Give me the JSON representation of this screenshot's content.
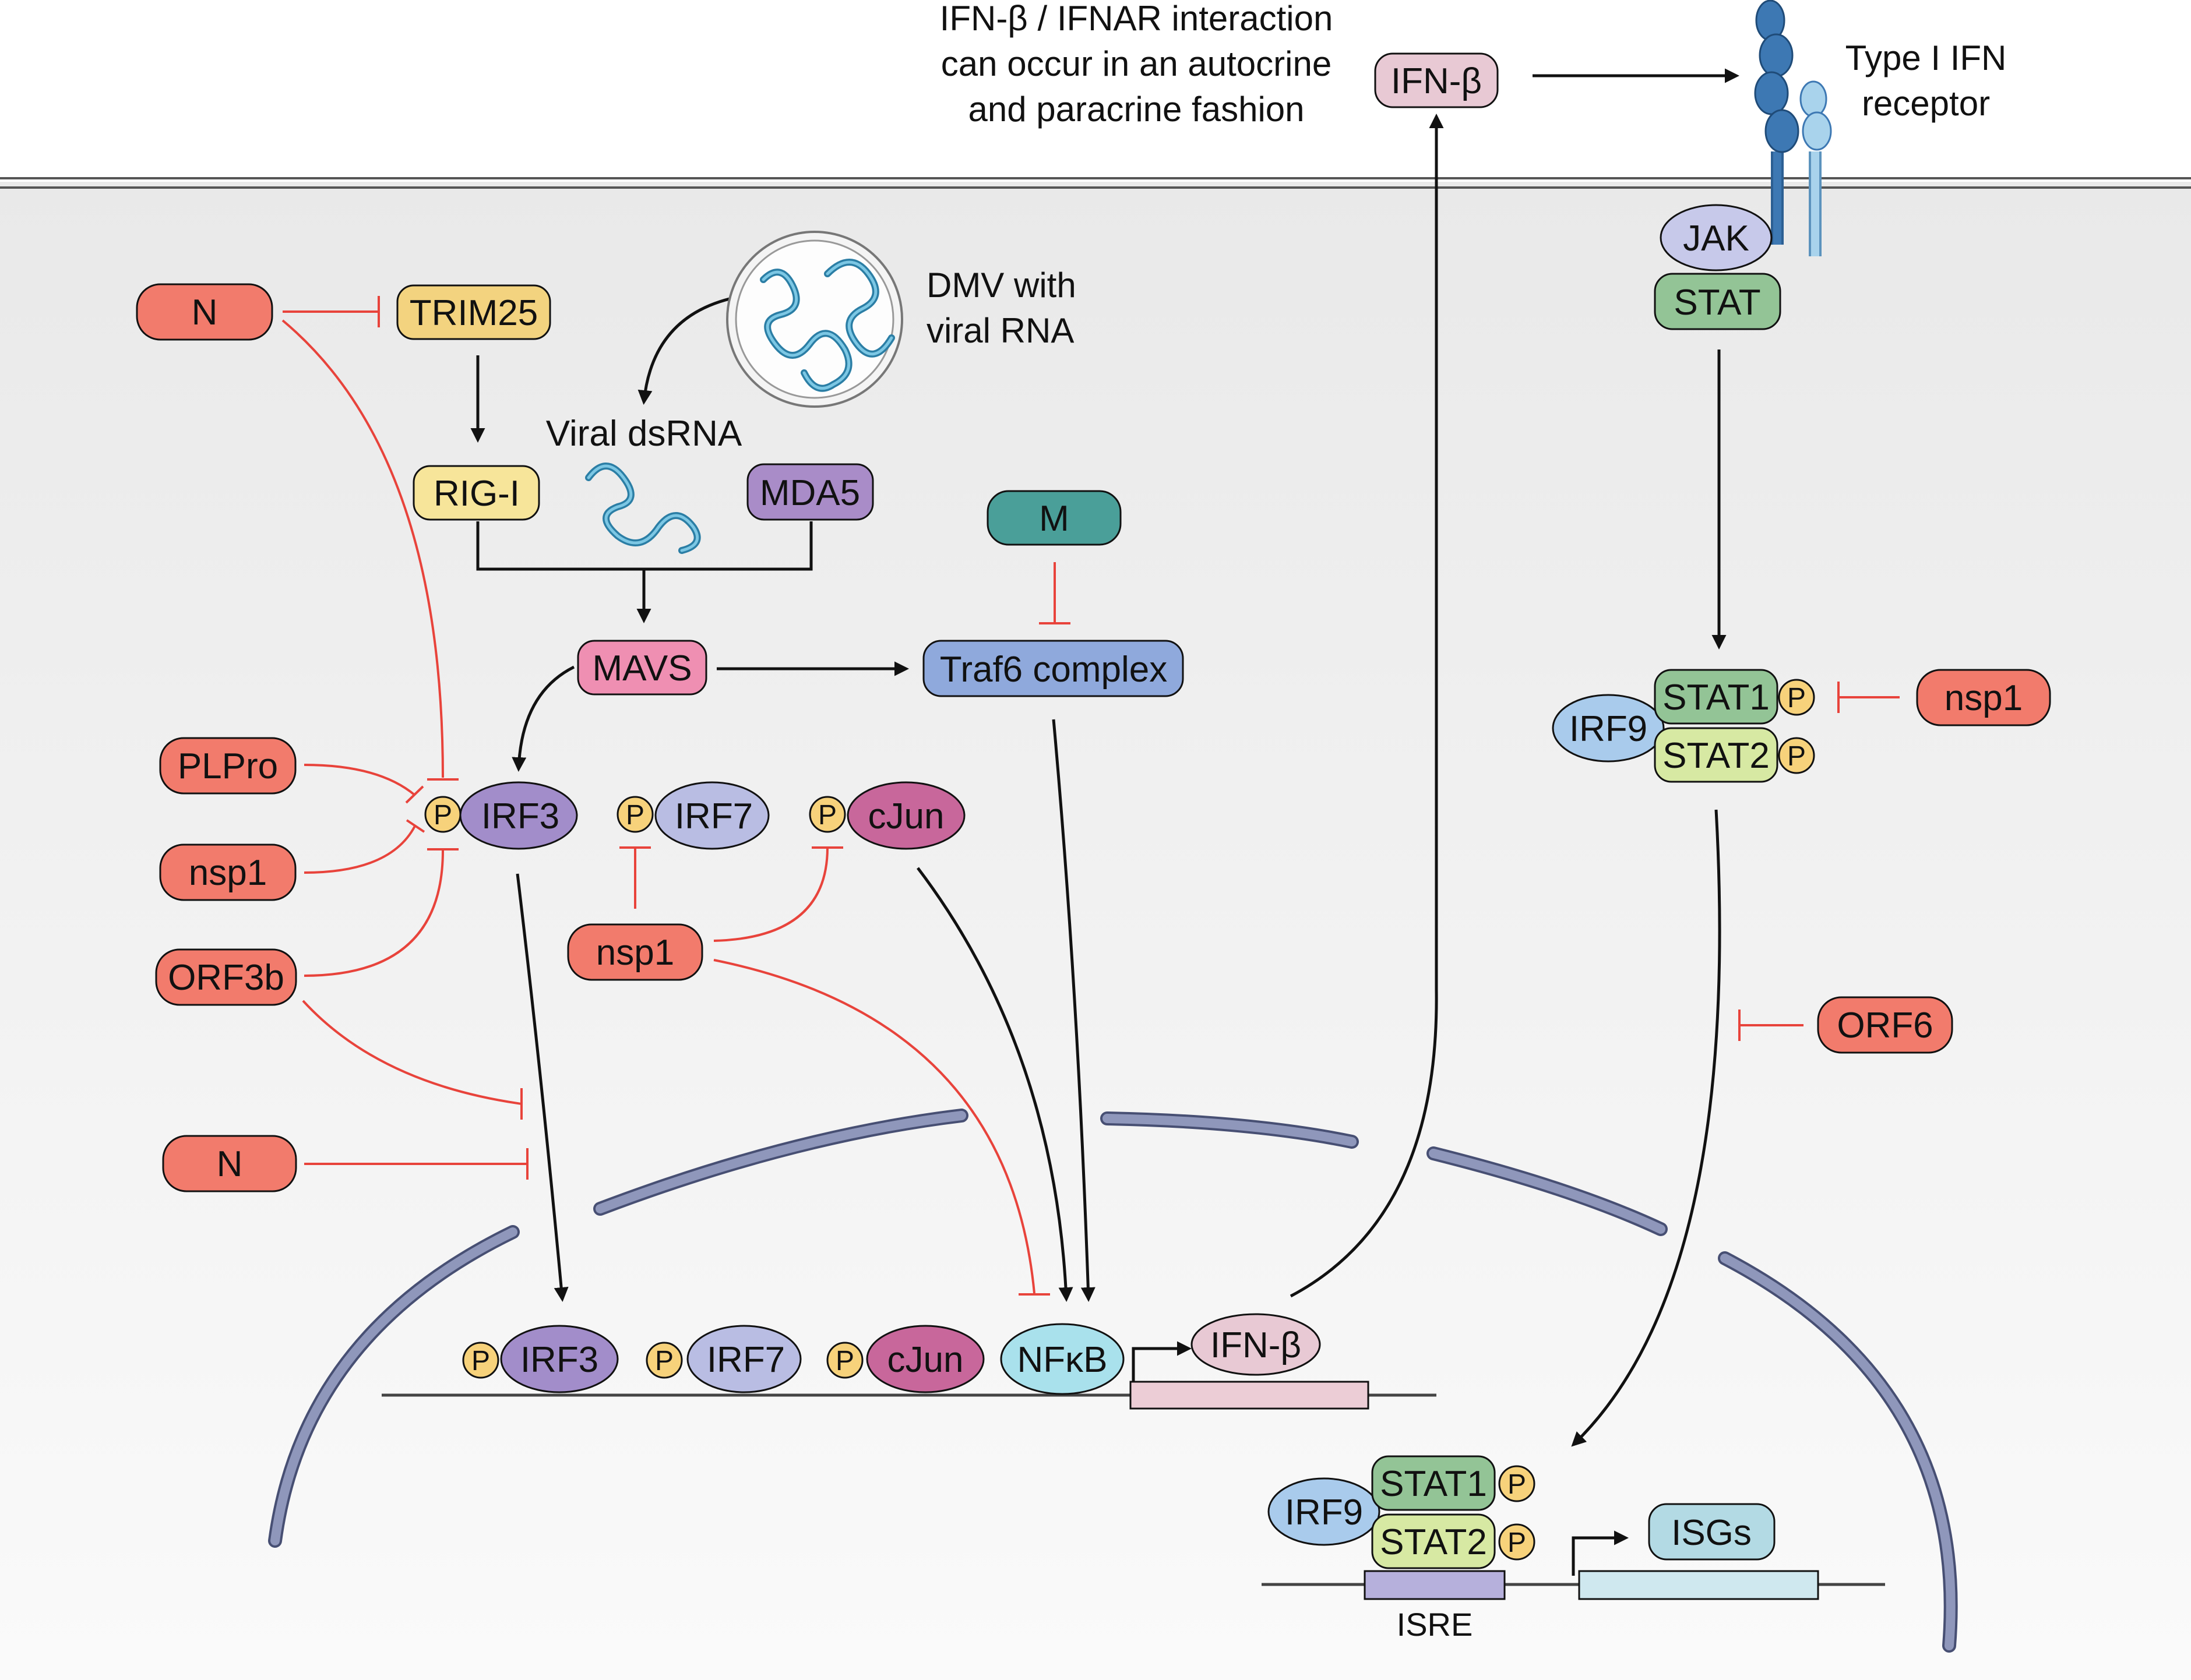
{
  "colors": {
    "cytoplasm_top": "#ededed",
    "cytoplasm_bottom": "#f9f9f9",
    "membrane": "#555555",
    "nuclear_envelope": "#8f97bb",
    "activation_arrow": "#111111",
    "inhibition": "#e8433b",
    "viral_protein_fill": "#f27b6c",
    "trim25_fill": "#f3d37f",
    "rigi_fill": "#f7e59a",
    "mda5_fill": "#a98cc8",
    "mavs_fill": "#ef8fb2",
    "traf6_fill": "#8fa9dc",
    "m_fill": "#4a9f99",
    "irf3_fill": "#a28dca",
    "irf7_fill": "#b9bde3",
    "cjun_fill": "#c8679b",
    "nfkb_fill": "#a9e1ec",
    "ifnb_fill": "#e8c9d4",
    "jak_fill": "#c7c9ea",
    "stat_fill": "#93c496",
    "stat1_fill": "#93c496",
    "stat2_fill": "#d7e9a3",
    "irf9_fill": "#a9cbec",
    "isgs_fill": "#b3dae4",
    "phospho_fill": "#f7d27b",
    "receptor_dark": "#3d78b3",
    "receptor_light": "#a9d3ec",
    "rna_strand": "#3c9fc6",
    "promoter_ifnb": "#eccdd6",
    "isre_box": "#b6b0dc",
    "isg_gene": "#cfe8ef"
  },
  "extracellular": {
    "note_lines": [
      "IFN-β / IFNAR interaction",
      "can occur in an autocrine",
      "and paracrine fashion"
    ],
    "ifnb_label": "IFN-β",
    "receptor_label_lines": [
      "Type I IFN",
      "receptor"
    ]
  },
  "receptor_complex": {
    "jak": "JAK",
    "stat": "STAT"
  },
  "sensing": {
    "dmv_label_lines": [
      "DMV with",
      "viral RNA"
    ],
    "viral_dsrna": "Viral dsRNA",
    "trim25": "TRIM25",
    "rigi": "RIG-I",
    "mda5": "MDA5",
    "mavs": "MAVS",
    "traf6": "Traf6 complex",
    "m": "M"
  },
  "viral_antagonists": {
    "n_top": "N",
    "plpro": "PLPro",
    "nsp1_left": "nsp1",
    "orf3b": "ORF3b",
    "n_bottom": "N",
    "nsp1_center": "nsp1",
    "nsp1_right": "nsp1",
    "orf6": "ORF6"
  },
  "transcription_factors": {
    "p": "P",
    "irf3": "IRF3",
    "irf7": "IRF7",
    "cjun": "cJun",
    "nfkb": "NFκB",
    "ifnb": "IFN-β"
  },
  "isgf3": {
    "irf9": "IRF9",
    "stat1": "STAT1",
    "stat2": "STAT2",
    "p": "P"
  },
  "nucleus": {
    "irf9": "IRF9",
    "stat1": "STAT1",
    "stat2": "STAT2",
    "p": "P",
    "isgs": "ISGs",
    "isre": "ISRE"
  }
}
